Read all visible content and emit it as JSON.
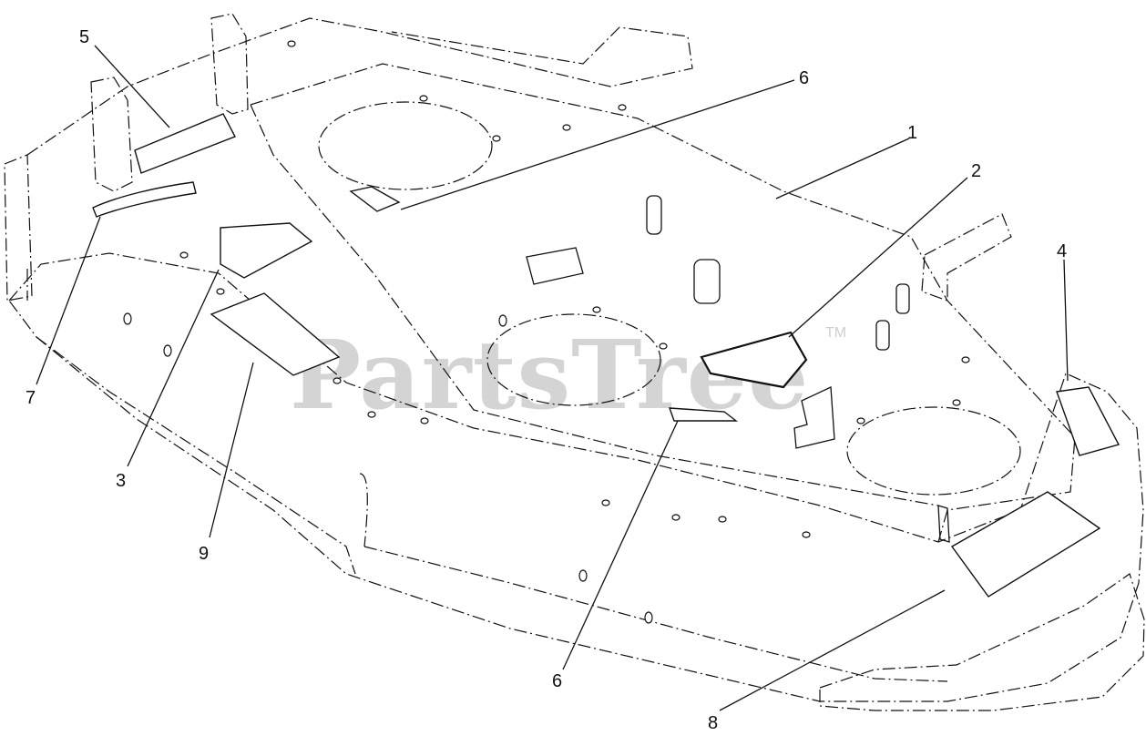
{
  "watermark": {
    "text": "PartsTree",
    "trademark": "TM"
  },
  "callouts": [
    {
      "id": "c5",
      "label": "5"
    },
    {
      "id": "c6a",
      "label": "6"
    },
    {
      "id": "c1",
      "label": "1"
    },
    {
      "id": "c2",
      "label": "2"
    },
    {
      "id": "c4",
      "label": "4"
    },
    {
      "id": "c7",
      "label": "7"
    },
    {
      "id": "c3",
      "label": "3"
    },
    {
      "id": "c9",
      "label": "9"
    },
    {
      "id": "c6b",
      "label": "6"
    },
    {
      "id": "c8",
      "label": "8"
    }
  ]
}
